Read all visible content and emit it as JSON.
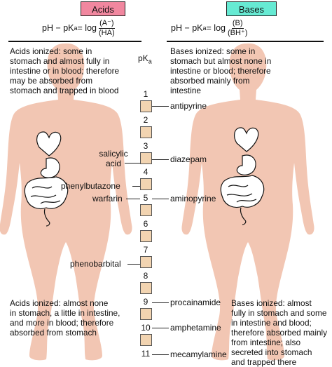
{
  "headers": {
    "acids_label": "Acids",
    "bases_label": "Bases",
    "acids_color": "#f1879f",
    "bases_color": "#66ead3"
  },
  "formulas": {
    "acids": {
      "prefix": "pH − pK",
      "sub": "a",
      "eq": " = log",
      "num": "(A⁻)",
      "den": "(HA)"
    },
    "bases": {
      "prefix": "pH − pK",
      "sub": "a",
      "eq": " = log",
      "num": "(B)",
      "den": "(BH⁺)"
    }
  },
  "scale": {
    "label": "pK",
    "label_sub": "a",
    "ticks": [
      "1",
      "2",
      "3",
      "4",
      "5",
      "6",
      "7",
      "8",
      "9",
      "10",
      "11"
    ]
  },
  "descriptions": {
    "acids_top": "Acids ionized: some in\nstomach and almost fully in\nintestine or in blood; therefore\nmay be absorbed from\nstomach and trapped in blood",
    "bases_top": "Bases ionized: some in\nstomach but almost none in\nintestine or blood; therefore\nabsorbed mainly from\nintestine",
    "acids_bottom": "Acids ionized: almost none\nin stomach, a little in intestine,\nand more in blood; therefore\nabsorbed from stomach",
    "bases_bottom": "Bases ionized: almost\nfully in stomach and some\nin intestine and blood;\ntherefore absorbed mainly\nfrom intestine; also\nsecreted into stomach\nand trapped there"
  },
  "drugs": {
    "antipyrine": "antipyrine",
    "salicylic_acid": "salicylic\nacid",
    "diazepam": "diazepam",
    "phenylbutazone": "phenylbutazone",
    "warfarin": "warfarin",
    "aminopyrine": "aminopyrine",
    "phenobarbital": "phenobarbital",
    "procainamide": "procainamide",
    "amphetamine": "amphetamine",
    "mecamylamine": "mecamylamine"
  },
  "colors": {
    "skin": "#f2c6b3",
    "box_fill": "#f2d4b1",
    "organ_fill": "#ffffff",
    "line": "#111111"
  }
}
